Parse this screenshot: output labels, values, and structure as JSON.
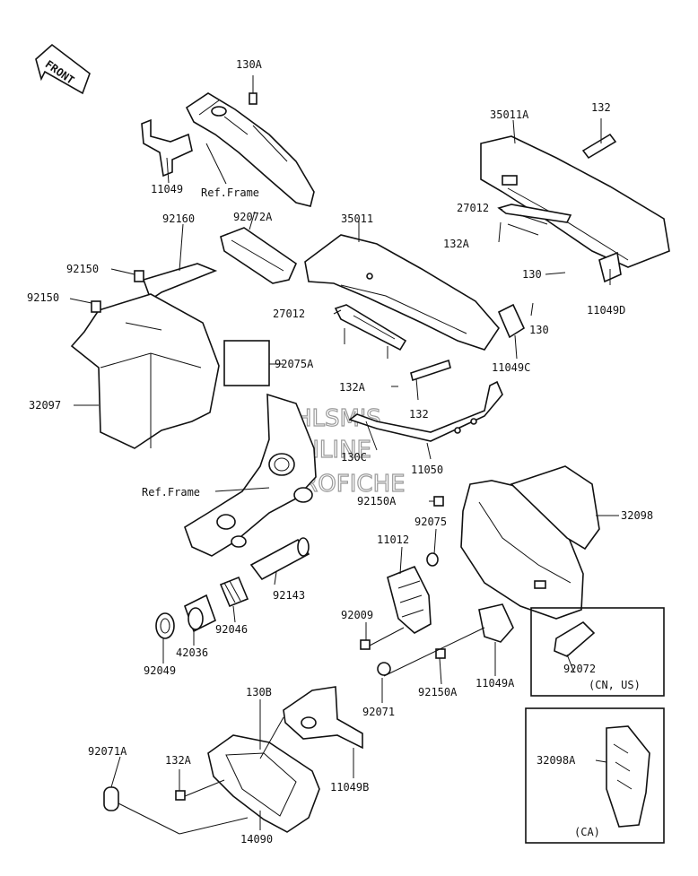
{
  "front_label": "FRONT",
  "watermark": [
    "HLSM'S",
    "ONLINE",
    "MICROFICHE"
  ],
  "parts": {
    "p130A": "130A",
    "p11049": "11049",
    "refFrameTop": "Ref.Frame",
    "p92072A": "92072A",
    "p92160": "92160",
    "p92150a": "92150",
    "p92150b": "92150",
    "p32097": "32097",
    "p92075A": "92075A",
    "p35011A": "35011A",
    "p132top": "132",
    "p27012top": "27012",
    "p132Atop": "132A",
    "p130mid": "130",
    "p11049D": "11049D",
    "p35011": "35011",
    "p27012": "27012",
    "p130right": "130",
    "p11049C": "11049C",
    "p132Amid": "132A",
    "p132mid": "132",
    "p130C": "130C",
    "p11050": "11050",
    "refFrameMid": "Ref.Frame",
    "p92150A": "92150A",
    "p32098": "32098",
    "p92075": "92075",
    "p11012": "11012",
    "p92143": "92143",
    "p92046": "92046",
    "p42036": "42036",
    "p92049": "92049",
    "p92009": "92009",
    "p11049A": "11049A",
    "p92150A2": "92150A",
    "p92072": "92072",
    "cnus": "(CN, US)",
    "p92071": "92071",
    "p130B": "130B",
    "p92071A": "92071A",
    "p132Alow": "132A",
    "p11049B": "11049B",
    "p14090": "14090",
    "p32098A": "32098A",
    "ca": "(CA)"
  }
}
